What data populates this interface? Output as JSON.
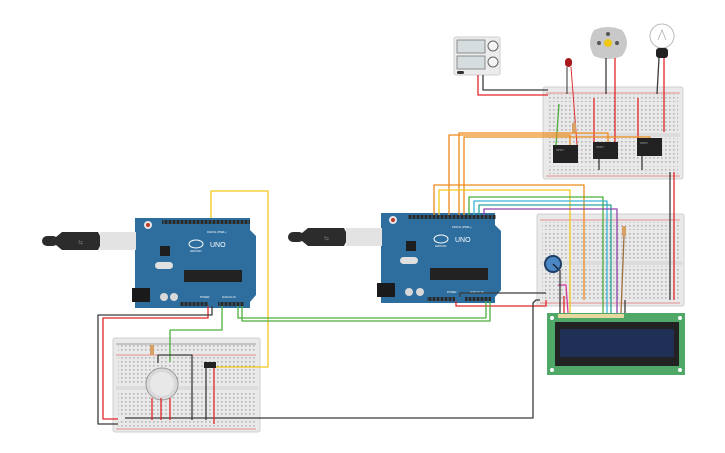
{
  "diagram": {
    "title": "Arduino circuit: gas sensor, LCD, relays",
    "components": {
      "arduino_left": {
        "brand_label": "UNO",
        "logo_text": "ARDUINO",
        "header_label": "DIGITAL (PWM~)",
        "power_label": "POWER",
        "analog_label": "ANALOG IN"
      },
      "arduino_right": {
        "brand_label": "UNO",
        "logo_text": "ARDUINO",
        "header_label": "DIGITAL (PWM~)",
        "power_label": "POWER",
        "analog_label": "ANALOG IN"
      },
      "power_supply": {
        "name": "DC power supply"
      },
      "led": {
        "name": "Red LED",
        "color": "#b31b1b"
      },
      "motor": {
        "name": "DC motor"
      },
      "bulb": {
        "name": "Light bulb"
      },
      "relays": [
        {
          "name": "Relay 1",
          "label": "SPDT"
        },
        {
          "name": "Relay 2",
          "label": "SPDT"
        },
        {
          "name": "Relay 3",
          "label": "SPDT"
        }
      ],
      "gas_sensor": {
        "name": "Gas sensor"
      },
      "slide_switch": {
        "name": "Slide switch"
      },
      "potentiometer": {
        "name": "Potentiometer"
      },
      "lcd": {
        "name": "LCD 16x2"
      }
    },
    "wire_colors": {
      "red": "#e0262b",
      "black": "#3b3b3b",
      "green": "#4caf3c",
      "yellow": "#f2c81c",
      "orange": "#ef8a1a",
      "cyan": "#3ab5d8",
      "teal": "#2aa39a",
      "purple": "#8e44ad",
      "magenta": "#d23aa2",
      "brown": "#a0703c"
    },
    "colors": {
      "arduino_board": "#2e6e9e",
      "breadboard": "#e8e8e8",
      "lcd_board": "#4fa768",
      "lcd_screen": "#1f2f55"
    }
  }
}
